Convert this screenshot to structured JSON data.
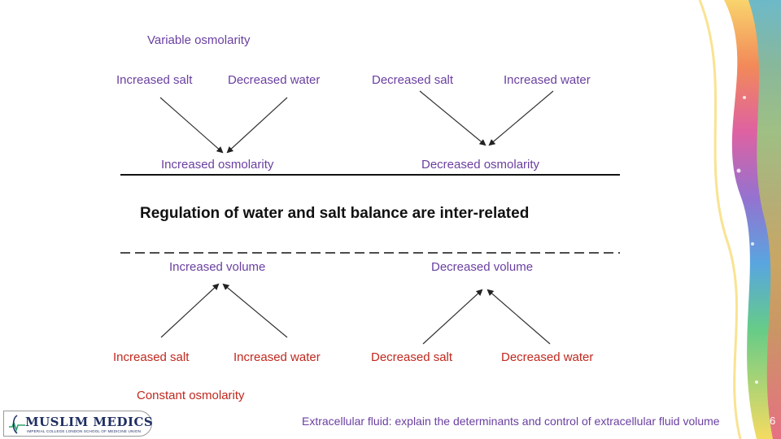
{
  "top": {
    "caption": "Variable osmolarity",
    "left_pair": {
      "a": "Increased salt",
      "b": "Decreased water",
      "result": "Increased osmolarity"
    },
    "right_pair": {
      "a": "Decreased salt",
      "b": "Increased water",
      "result": "Decreased osmolarity"
    }
  },
  "title": "Regulation of water and salt balance are inter-related",
  "bottom": {
    "left_pair": {
      "result": "Increased volume",
      "a": "Increased salt",
      "b": "Increased water"
    },
    "right_pair": {
      "result": "Decreased volume",
      "a": "Decreased salt",
      "b": "Decreased water"
    },
    "caption": "Constant osmolarity"
  },
  "footer": {
    "text": "Extracellular fluid: explain the determinants and control of extracellular fluid volume",
    "page_number": "6"
  },
  "logo": {
    "name": "MUSLIM MEDICS",
    "subtitle": "IMPERIAL COLLEGE LONDON SCHOOL OF MEDICINE UNION"
  },
  "colors": {
    "purple": "#6a3fa0",
    "red": "#c0281e",
    "title": "#111111",
    "logo_navy": "#1f2f63"
  }
}
